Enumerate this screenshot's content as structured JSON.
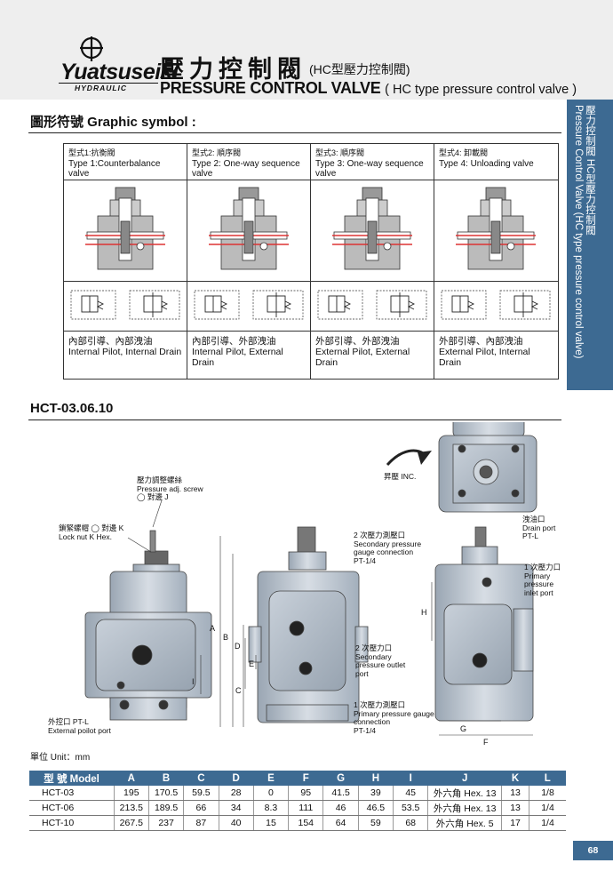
{
  "brand": {
    "name": "Yuatsuseiki",
    "sub": "HYDRAULIC"
  },
  "title": {
    "cn": "壓力控制閥",
    "cn_sub": "(HC型壓力控制閥)",
    "en": "PRESSURE CONTROL VALVE",
    "en_sub": "( HC type pressure control valve )"
  },
  "side_tab": {
    "cn": "壓力控制閥 HC型壓力控制閥",
    "en": "Pressure Control Valve (HC type pressure control valve)"
  },
  "graphic_symbol": {
    "heading": "圖形符號  Graphic symbol :",
    "types": [
      {
        "cn": "型式1:抗衡閥",
        "en": "Type 1:Counterbalance valve",
        "pilot_cn": "內部引導、內部洩油",
        "pilot_en": "Internal Pilot, Internal Drain"
      },
      {
        "cn": "型式2: 順序閥",
        "en": "Type 2: One-way sequence valve",
        "pilot_cn": "內部引導、外部洩油",
        "pilot_en": "Internal Pilot, External Drain"
      },
      {
        "cn": "型式3: 順序閥",
        "en": "Type 3: One-way sequence valve",
        "pilot_cn": "外部引導、外部洩油",
        "pilot_en": "External Pilot, External Drain"
      },
      {
        "cn": "型式4: 卸載閥",
        "en": "Type 4: Unloading valve",
        "pilot_cn": "外部引導、內部洩油",
        "pilot_en": "External Pilot, Internal Drain"
      }
    ]
  },
  "drawing": {
    "heading": "HCT-03.06.10",
    "inc_label": "昇壓 INC.",
    "adj_screw_cn": "壓力調整螺絲",
    "adj_screw_en": "Pressure adj. screw",
    "adj_screw_hex": "◯ 對邊 J",
    "locknut_cn": "鎖緊螺帽 ◯ 對邊 K",
    "locknut_en": "Lock nut K Hex.",
    "ext_pilot_cn": "外控口 PT-L",
    "ext_pilot_en": "External poilot port",
    "sec_gauge_cn": "2 次壓力測壓口",
    "sec_gauge_en": "Secondary pressure gauge connection",
    "sec_gauge_pt": "PT-1/4",
    "sec_outlet_cn": "2 次壓力口",
    "sec_outlet_en": "Secondary pressure outlet port",
    "pri_gauge_cn": "1 次壓力測壓口",
    "pri_gauge_en": "Primary pressure gauge connection",
    "pri_gauge_pt": "PT-1/4",
    "drain_cn": "洩油口",
    "drain_en": "Drain port",
    "drain_pt": "PT-L",
    "pri_inlet_cn": "1 次壓力口",
    "pri_inlet_en": "Primary pressure inlet port",
    "dim_letters": {
      "A": "A",
      "B": "B",
      "C": "C",
      "D": "D",
      "E": "E",
      "F": "F",
      "G": "G",
      "H": "H",
      "I": "I"
    }
  },
  "unit_label": "單位 Unit：mm",
  "dims_table": {
    "headers": [
      "型 號 Model",
      "A",
      "B",
      "C",
      "D",
      "E",
      "F",
      "G",
      "H",
      "I",
      "J",
      "K",
      "L"
    ],
    "rows": [
      [
        "HCT-03",
        "195",
        "170.5",
        "59.5",
        "28",
        "0",
        "95",
        "41.5",
        "39",
        "45",
        "外六角 Hex. 13",
        "13",
        "1/8"
      ],
      [
        "HCT-06",
        "213.5",
        "189.5",
        "66",
        "34",
        "8.3",
        "111",
        "46",
        "46.5",
        "53.5",
        "外六角 Hex. 13",
        "13",
        "1/4"
      ],
      [
        "HCT-10",
        "267.5",
        "237",
        "87",
        "40",
        "15",
        "154",
        "64",
        "59",
        "68",
        "外六角 Hex. 5",
        "17",
        "1/4"
      ]
    ]
  },
  "page_number": "68"
}
